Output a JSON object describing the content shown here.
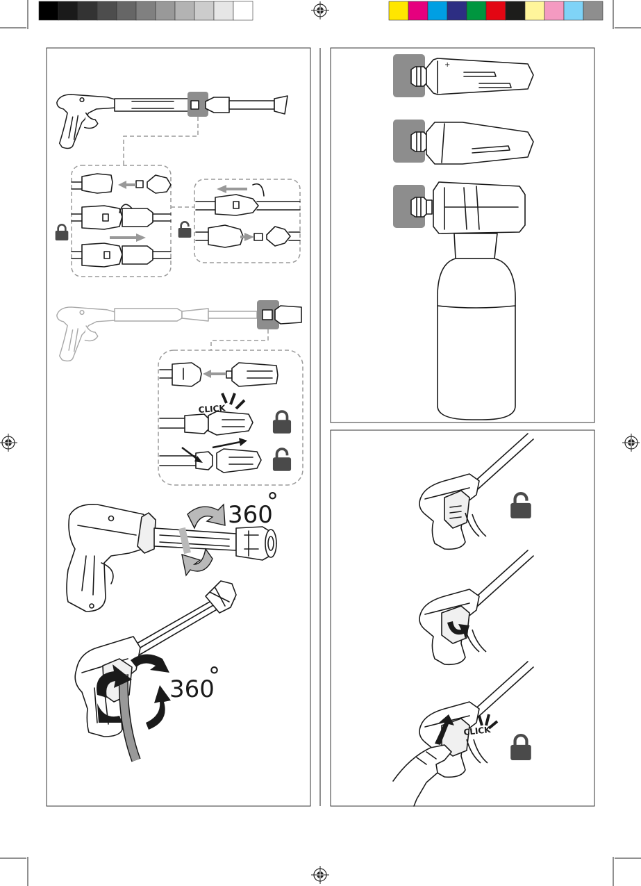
{
  "colors": {
    "gray_bar": [
      "#000000",
      "#1a1a1a",
      "#333333",
      "#4d4d4d",
      "#666666",
      "#808080",
      "#999999",
      "#b3b3b3",
      "#cccccc",
      "#e6e6e6",
      "#ffffff"
    ],
    "color_bar": [
      "#ffe600",
      "#e6007e",
      "#009fe3",
      "#2d2e83",
      "#00963f",
      "#e30613",
      "#1d1d1b",
      "#fff59b",
      "#f49ac1",
      "#7fd3f7",
      "#8e8e8e"
    ],
    "accent_gray": "#8d8d8d",
    "lock": "#4a4a4a"
  },
  "labels": {
    "click_top": "CLICK",
    "click_right": "CLICK",
    "deg_1": "360",
    "deg_2": "360",
    "deg_symbol": "°"
  },
  "icons": [
    "registration-mark-icon",
    "lock-closed-icon",
    "lock-open-icon",
    "rotate-arrow-icon",
    "arrow-icon"
  ]
}
